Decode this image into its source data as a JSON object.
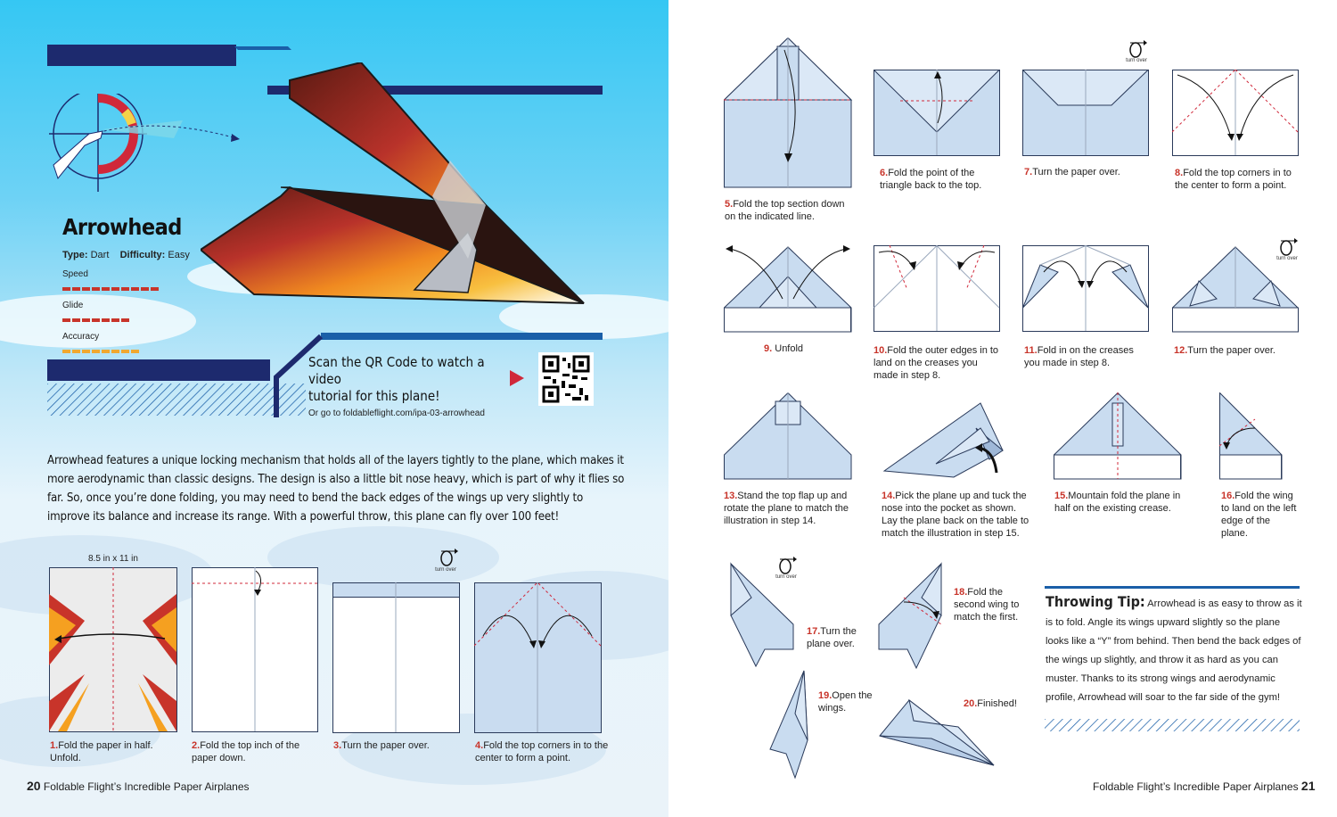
{
  "plane": {
    "name": "Arrowhead",
    "type_label": "Type:",
    "type_value": "Dart",
    "difficulty_label": "Difficulty:",
    "difficulty_value": "Easy",
    "stats": [
      {
        "label": "Speed",
        "filled": 10,
        "total": 10,
        "color": "#c8342a"
      },
      {
        "label": "Glide",
        "filled": 7,
        "total": 7,
        "color": "#c8342a"
      },
      {
        "label": "Accuracy",
        "filled": 8,
        "total": 8,
        "color": "#f0a830"
      }
    ]
  },
  "qr": {
    "line1": "Scan the QR Code to watch a video",
    "line2": "tutorial for this plane!",
    "url": "Or go to foldableflight.com/ipa-03-arrowhead"
  },
  "intro": "Arrowhead features a unique locking mechanism that holds all of the layers tightly to the plane, which makes it more aerodynamic than classic designs. The design is also a little bit nose heavy, which is part of why it flies so far. So, once you’re done folding, you may need to bend the back edges of the wings up very slightly to improve its balance and increase its range. With a powerful throw, this plane can fly over 100 feet!",
  "paper_size": "8.5 in x 11 in",
  "turn_over_label": "turn over",
  "steps": [
    {
      "n": "1.",
      "text": "Fold the paper in half. Unfold."
    },
    {
      "n": "2.",
      "text": "Fold the top inch of the paper down."
    },
    {
      "n": "3.",
      "text": "Turn the paper over."
    },
    {
      "n": "4.",
      "text": "Fold the top corners in to the center to form a point."
    },
    {
      "n": "5.",
      "text": "Fold the top section down on the indicated line."
    },
    {
      "n": "6.",
      "text": "Fold the point of the triangle back to the top."
    },
    {
      "n": "7.",
      "text": "Turn the paper over."
    },
    {
      "n": "8.",
      "text": "Fold the top corners in to the center to form a point."
    },
    {
      "n": "9.",
      "text": "Unfold"
    },
    {
      "n": "10.",
      "text": "Fold the outer edges in to land on the creases you made in step 8."
    },
    {
      "n": "11.",
      "text": "Fold in on the creases you made in step 8."
    },
    {
      "n": "12.",
      "text": "Turn the paper over."
    },
    {
      "n": "13.",
      "text": "Stand the top flap up and rotate the plane to match the illustration in step 14."
    },
    {
      "n": "14.",
      "text": "Pick the plane up and tuck the nose into the pocket as shown. Lay the plane back on the table to match the illustration in step 15."
    },
    {
      "n": "15.",
      "text": "Mountain fold the plane in half on the existing crease."
    },
    {
      "n": "16.",
      "text": "Fold the wing to land on the left edge of the plane."
    },
    {
      "n": "17.",
      "text": "Turn the plane over."
    },
    {
      "n": "18.",
      "text": "Fold the second wing to match the first."
    },
    {
      "n": "19.",
      "text": "Open the wings."
    },
    {
      "n": "20.",
      "text": "Finished!"
    }
  ],
  "tip": {
    "title": "Throwing Tip:",
    "text": "Arrowhead is as easy to throw as it is to fold. Angle its wings upward slightly so the plane looks like a “Y” from behind. Then bend the back edges of the wings up slightly, and throw it as hard as you can muster. Thanks to its strong wings and aerodynamic profile, Arrowhead will soar to the far side of the gym!"
  },
  "footer": {
    "left_page": "20",
    "left_title": "Foldable Flight’s Incredible Paper Airplanes",
    "right_title": "Foldable Flight’s Incredible Paper Airplanes",
    "right_page": "21"
  },
  "colors": {
    "paper": "#c9dcf0",
    "paper_light": "#dbe8f6",
    "outline": "#2a3a5a",
    "accent_red": "#c8342a",
    "navy": "#1d2a6e",
    "brand_blue": "#1a5fa8"
  }
}
